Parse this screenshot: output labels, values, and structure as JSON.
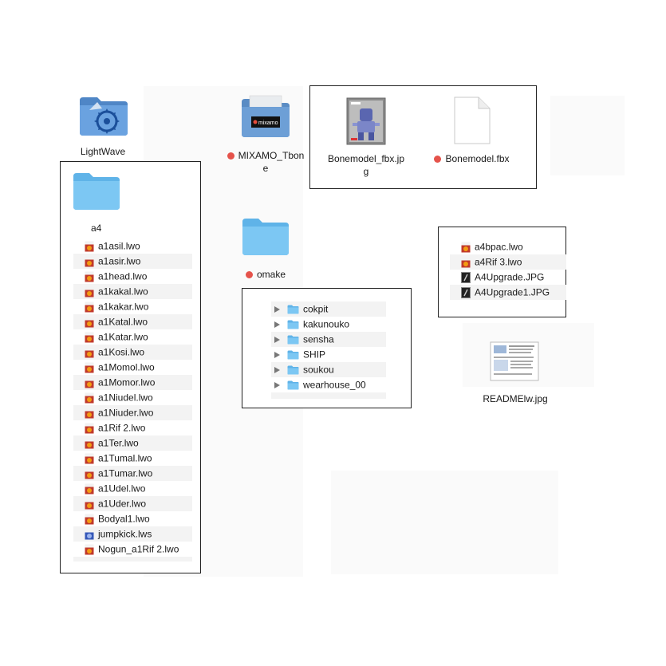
{
  "colors": {
    "tag_red": "#e5534b",
    "folder_blue": "#6cc2f0",
    "row_alt": "#f3f3f3"
  },
  "desktop_icons": {
    "lightwave": {
      "label": "LightWave",
      "icon": "lightwave-folder-icon"
    },
    "mixamo": {
      "label_line1": "MIXAMO_Tbon",
      "label_line2": "e",
      "badge": "mixamo",
      "tag": "red",
      "icon": "mixamo-folder-icon"
    },
    "omake": {
      "label": "omake",
      "tag": "red",
      "icon": "folder-icon"
    },
    "readme": {
      "label": "READMElw.jpg",
      "icon": "image-thumbnail-icon"
    }
  },
  "bonemodel_group": {
    "jpg": {
      "label_line1": "Bonemodel_fbx.jp",
      "label_line2": "g",
      "icon": "image-thumbnail-icon"
    },
    "fbx": {
      "label": "Bonemodel.fbx",
      "tag": "red",
      "icon": "blank-document-icon"
    }
  },
  "a4_group": {
    "folder_label": "a4",
    "files": [
      {
        "name": "a1asil.lwo",
        "icon": "lwo-file-icon"
      },
      {
        "name": "a1asir.lwo",
        "icon": "lwo-file-icon"
      },
      {
        "name": "a1head.lwo",
        "icon": "lwo-file-icon"
      },
      {
        "name": "a1kakal.lwo",
        "icon": "lwo-file-icon"
      },
      {
        "name": "a1kakar.lwo",
        "icon": "lwo-file-icon"
      },
      {
        "name": "a1Katal.lwo",
        "icon": "lwo-file-icon"
      },
      {
        "name": "a1Katar.lwo",
        "icon": "lwo-file-icon"
      },
      {
        "name": "a1Kosi.lwo",
        "icon": "lwo-file-icon"
      },
      {
        "name": "a1Momol.lwo",
        "icon": "lwo-file-icon"
      },
      {
        "name": "a1Momor.lwo",
        "icon": "lwo-file-icon"
      },
      {
        "name": "a1Niudel.lwo",
        "icon": "lwo-file-icon"
      },
      {
        "name": "a1Niuder.lwo",
        "icon": "lwo-file-icon"
      },
      {
        "name": "a1Rif 2.lwo",
        "icon": "lwo-file-icon"
      },
      {
        "name": "a1Ter.lwo",
        "icon": "lwo-file-icon"
      },
      {
        "name": "a1Tumal.lwo",
        "icon": "lwo-file-icon"
      },
      {
        "name": "a1Tumar.lwo",
        "icon": "lwo-file-icon"
      },
      {
        "name": "a1Udel.lwo",
        "icon": "lwo-file-icon"
      },
      {
        "name": "a1Uder.lwo",
        "icon": "lwo-file-icon"
      },
      {
        "name": "Bodyal1.lwo",
        "icon": "lwo-file-icon"
      },
      {
        "name": "jumpkick.lws",
        "icon": "lws-file-icon"
      },
      {
        "name": "Nogun_a1Rif 2.lwo",
        "icon": "lwo-file-icon"
      }
    ]
  },
  "omake_group": {
    "folders": [
      {
        "name": "cokpit"
      },
      {
        "name": "kakunouko"
      },
      {
        "name": "sensha"
      },
      {
        "name": "SHIP"
      },
      {
        "name": "soukou"
      },
      {
        "name": "wearhouse_00"
      }
    ]
  },
  "a4bpac_group": {
    "files": [
      {
        "name": "a4bpac.lwo",
        "icon": "lwo-file-icon"
      },
      {
        "name": "a4Rif 3.lwo",
        "icon": "lwo-file-icon"
      },
      {
        "name": "A4Upgrade.JPG",
        "icon": "jpg-file-icon"
      },
      {
        "name": "A4Upgrade1.JPG",
        "icon": "jpg-file-icon"
      }
    ]
  }
}
